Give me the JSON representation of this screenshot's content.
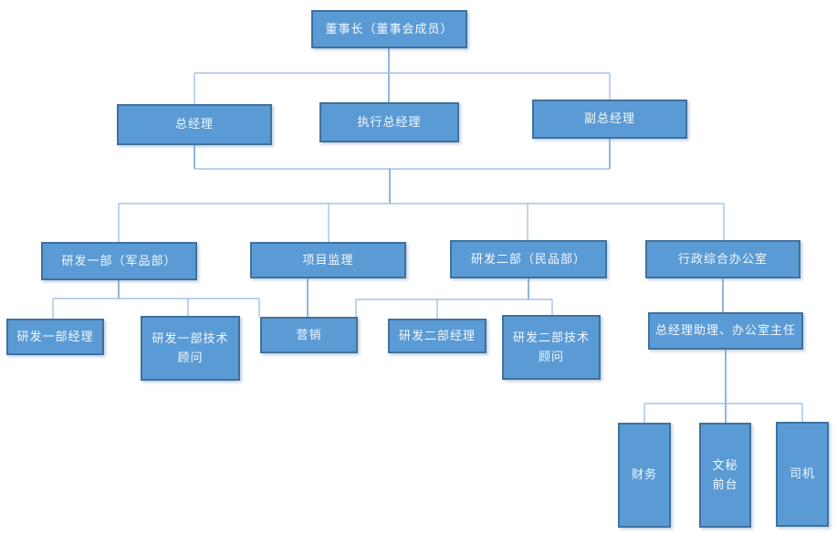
{
  "org": {
    "colors": {
      "box_fill": "#5B9BD5",
      "box_border": "#41719C",
      "connector_dark": "#6396CE",
      "connector_light": "#A3C2E6",
      "text": "#FFFFFF",
      "background": "#FFFFFF"
    },
    "nodes": {
      "chairman": {
        "label": "董事长（董事会成员）"
      },
      "gm": {
        "label": "总经理"
      },
      "exec_gm": {
        "label": "执行总经理"
      },
      "deputy_gm": {
        "label": "副总经理"
      },
      "rd1": {
        "label": "研发一部（军品部）"
      },
      "supervision": {
        "label": "项目监理"
      },
      "rd2": {
        "label": "研发二部（民品部）"
      },
      "admin": {
        "label": "行政综合办公室"
      },
      "rd1_manager": {
        "label": "研发一部经理"
      },
      "rd1_advisor": {
        "label": "研发一部技术\n顾问"
      },
      "marketing": {
        "label": "营销"
      },
      "rd2_manager": {
        "label": "研发二部经理"
      },
      "rd2_advisor": {
        "label": "研发二部技术\n顾问"
      },
      "gm_assistant": {
        "label": "总经理助理、办公室主任"
      },
      "finance": {
        "label": "财务"
      },
      "secretary": {
        "label": "文秘\n前台"
      },
      "driver": {
        "label": "司机"
      }
    },
    "edges": [
      {
        "from": [
          "chairman"
        ],
        "to": [
          "gm",
          "exec_gm",
          "deputy_gm"
        ]
      },
      {
        "from": [
          "gm",
          "deputy_gm"
        ],
        "to": [
          "rd1",
          "supervision",
          "rd2",
          "admin"
        ]
      },
      {
        "from": [
          "rd1"
        ],
        "to": [
          "rd1_manager",
          "rd1_advisor",
          "marketing"
        ]
      },
      {
        "from": [
          "supervision"
        ],
        "to": [
          "marketing"
        ]
      },
      {
        "from": [
          "rd2"
        ],
        "to": [
          "marketing",
          "rd2_manager",
          "rd2_advisor"
        ]
      },
      {
        "from": [
          "admin"
        ],
        "to": [
          "gm_assistant"
        ]
      },
      {
        "from": [
          "gm_assistant"
        ],
        "to": [
          "finance",
          "secretary",
          "driver"
        ]
      }
    ]
  }
}
